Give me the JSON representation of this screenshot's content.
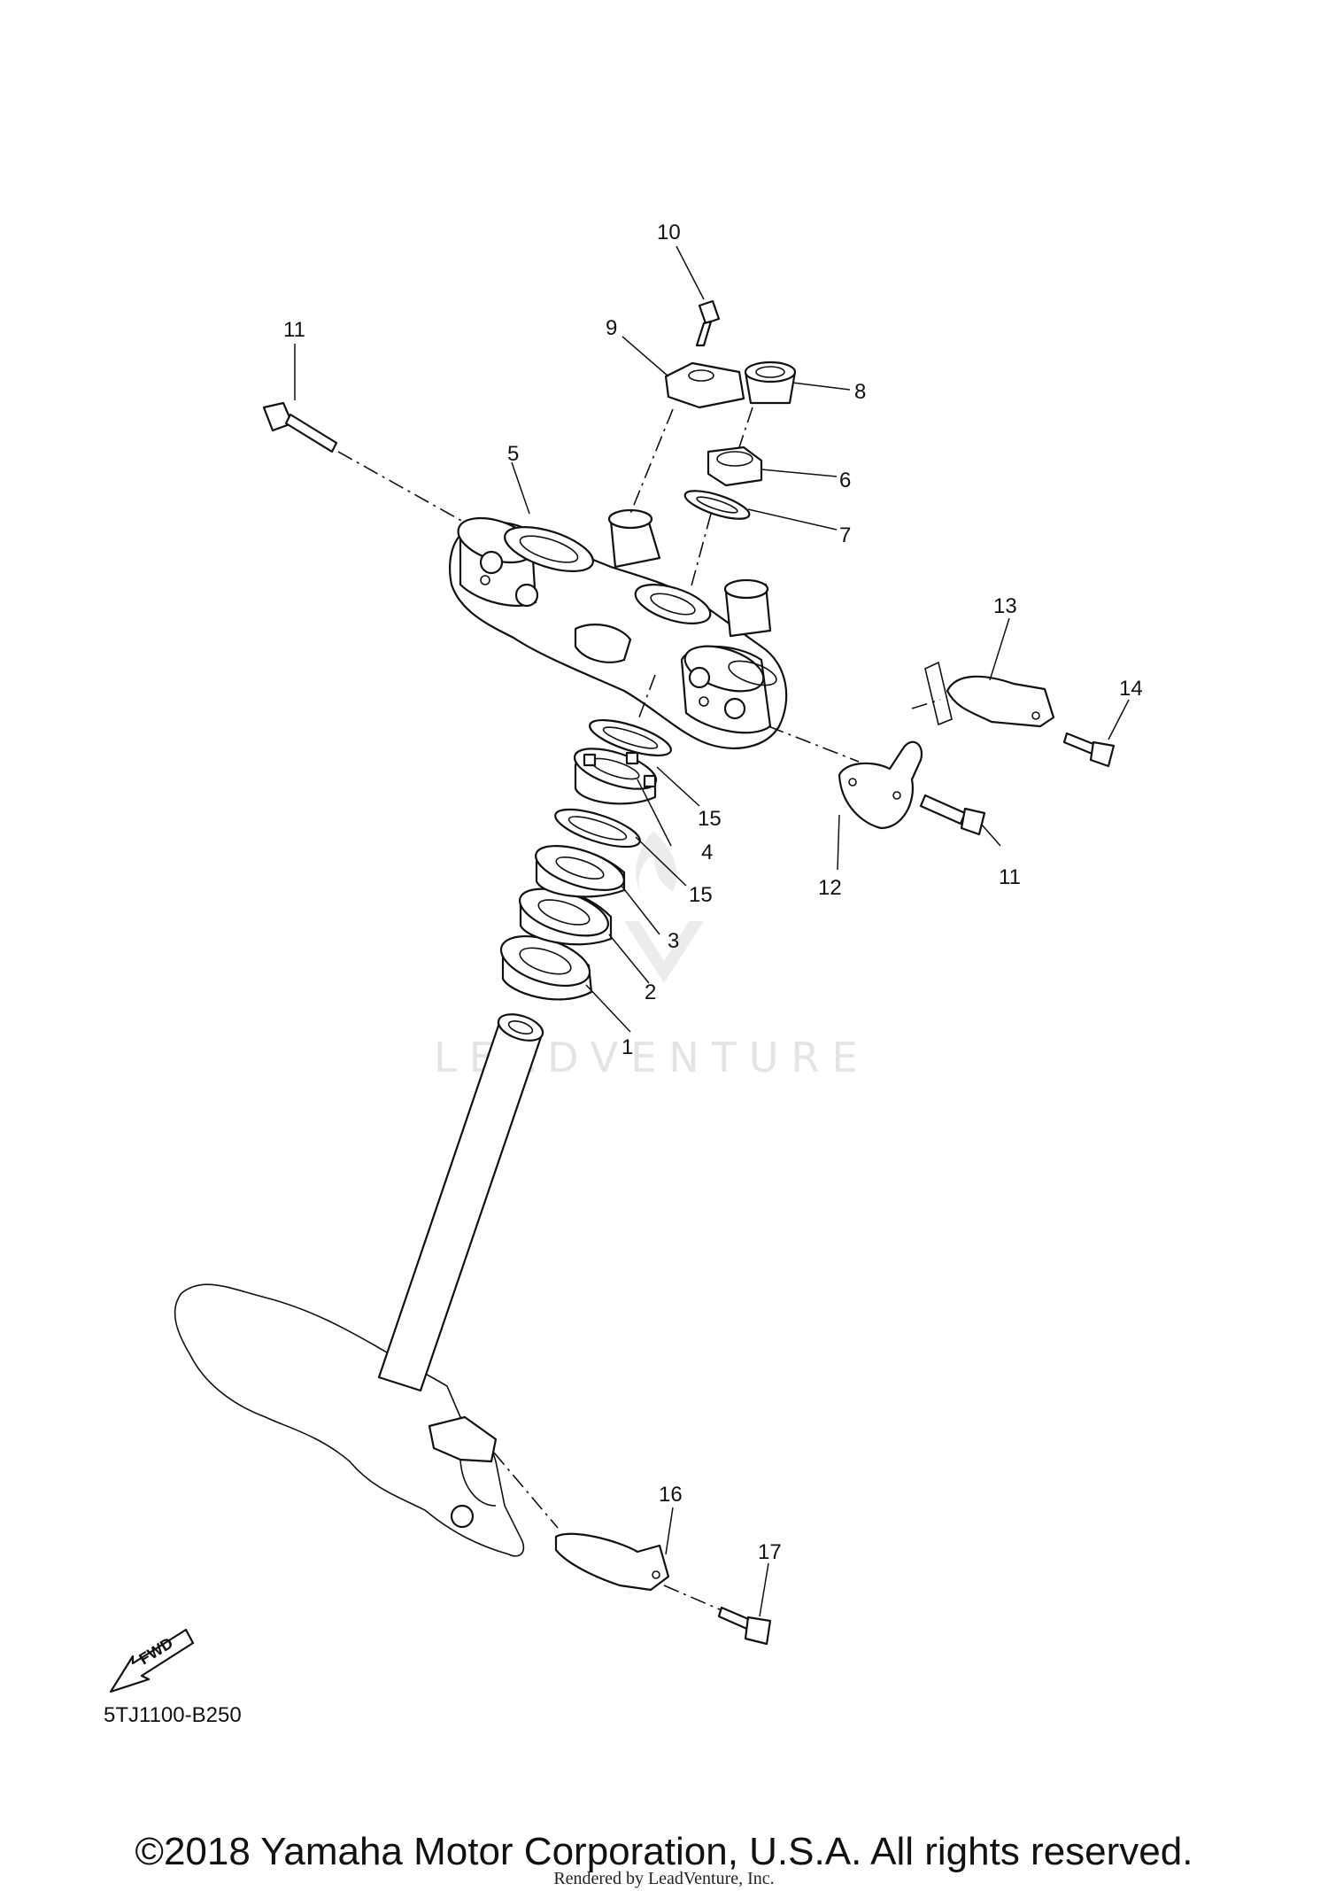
{
  "diagram": {
    "code": "5TJ1100-B250",
    "fwd_label": "FWD",
    "watermark": "LEADVENTURE",
    "callouts": {
      "c1": "1",
      "c2": "2",
      "c3": "3",
      "c4": "4",
      "c5": "5",
      "c6": "6",
      "c7": "7",
      "c8": "8",
      "c9": "9",
      "c10": "10",
      "c11a": "11",
      "c11b": "11",
      "c12": "12",
      "c13": "13",
      "c14": "14",
      "c15a": "15",
      "c15b": "15",
      "c16": "16",
      "c17": "17"
    }
  },
  "footer": {
    "copyright": "©2018 Yamaha Motor Corporation, U.S.A. All rights reserved.",
    "rendered_by": "Rendered by LeadVenture, Inc."
  }
}
